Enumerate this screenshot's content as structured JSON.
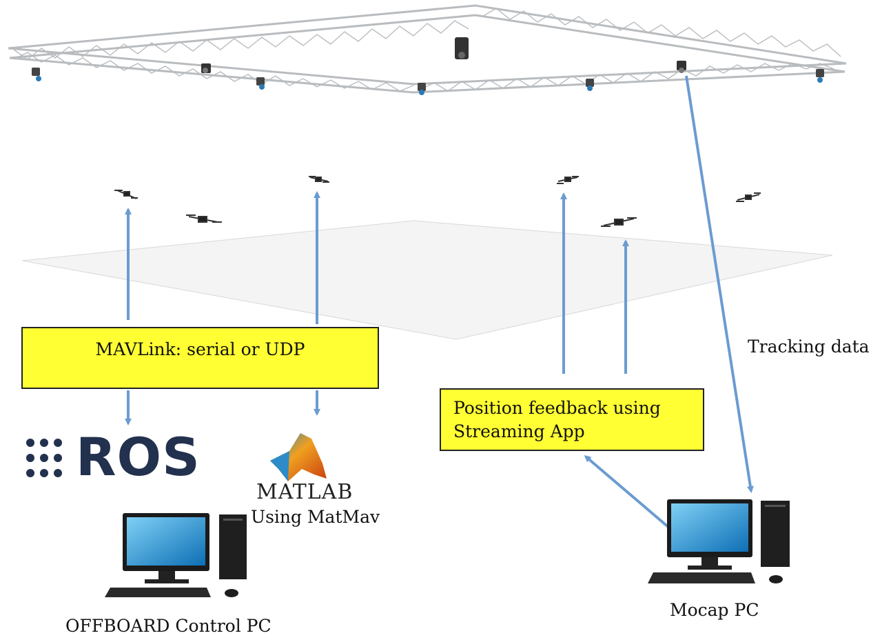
{
  "labels": {
    "mavlink": "MAVLink: serial or UDP",
    "position_feedback_line1": "Position feedback using",
    "position_feedback_line2": "Streaming App",
    "tracking": "Tracking data",
    "matmav": "Using MatMav",
    "offboard": "OFFBOARD Control PC",
    "mocap": "Mocap PC"
  },
  "logos": {
    "ros": "ROS",
    "matlab": "MATLAB"
  },
  "colors": {
    "arrow": "#6b9bd1",
    "callout_fill": "#ffff33",
    "ros_logo": "#22314e"
  },
  "icons": [
    "truss-frame",
    "mocap-camera-icon",
    "quadcopter-drone-icon",
    "computer-icon",
    "ros-logo",
    "matlab-logo"
  ]
}
